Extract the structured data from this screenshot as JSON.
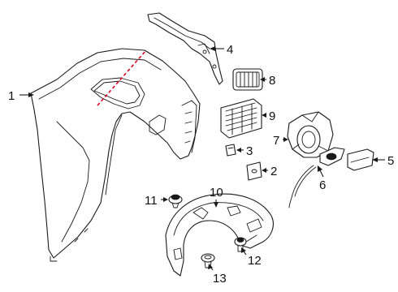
{
  "callouts": [
    {
      "id": "1",
      "label": "1"
    },
    {
      "id": "2",
      "label": "2"
    },
    {
      "id": "3",
      "label": "3"
    },
    {
      "id": "4",
      "label": "4"
    },
    {
      "id": "5",
      "label": "5"
    },
    {
      "id": "6",
      "label": "6"
    },
    {
      "id": "7",
      "label": "7"
    },
    {
      "id": "8",
      "label": "8"
    },
    {
      "id": "9",
      "label": "9"
    },
    {
      "id": "10",
      "label": "10"
    },
    {
      "id": "11",
      "label": "11"
    },
    {
      "id": "12",
      "label": "12"
    },
    {
      "id": "13",
      "label": "13"
    }
  ],
  "colors": {
    "line": "#1a1a1a",
    "cut_line": "#e0001b",
    "background": "#ffffff"
  }
}
